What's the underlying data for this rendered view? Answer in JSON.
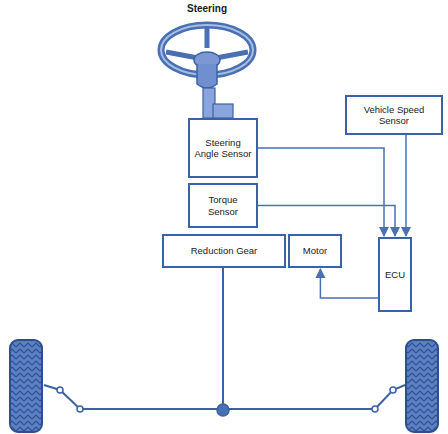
{
  "diagram": {
    "nodes": [
      {
        "text": [
          "Vehicle Speed Sensor"
        ]
      },
      {
        "text": [
          "Steering Angle Sensor"
        ]
      },
      {
        "text": [
          "Torque Sensor"
        ]
      },
      {
        "text": [
          "Reduction Gear"
        ]
      },
      {
        "text": [
          "Motor"
        ]
      },
      {
        "text": [
          "ECU"
        ]
      }
    ],
    "edges": [
      {
        "from": 1,
        "to": 5,
        "arrow": "to"
      },
      {
        "from": 2,
        "to": 5,
        "arrow": "to"
      },
      {
        "from": 0,
        "to": 5,
        "arrow": "to"
      },
      {
        "from": 5,
        "to": 4,
        "arrow": "to"
      }
    ],
    "labels": [
      "Steering"
    ]
  }
}
